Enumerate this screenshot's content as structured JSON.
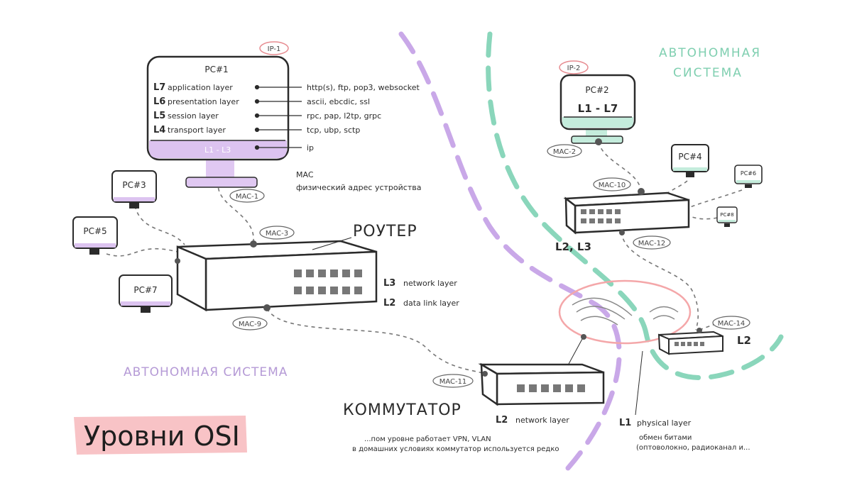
{
  "pc1": {
    "name": "PC#1",
    "ip": "IP-1",
    "layers": [
      {
        "code": "L7",
        "name": "application layer",
        "protocols": "http(s),  ftp,  pop3,  websocket"
      },
      {
        "code": "L6",
        "name": "presentation layer",
        "protocols": "ascii,  ebcdic,  ssl"
      },
      {
        "code": "L5",
        "name": "session layer",
        "protocols": "rpc,  pap,  l2tp,  grpc"
      },
      {
        "code": "L4",
        "name": "transport layer",
        "protocols": "tcp,  ubp,  sctp"
      }
    ],
    "l1l3": "L1 - L3",
    "ip_proto": "ip",
    "mac": "MAC-1"
  },
  "mac_note": {
    "title": "MAC",
    "desc": "физический адрес устройства"
  },
  "pc2": {
    "name": "PC#2",
    "ip": "IP-2",
    "range": "L1 - L7",
    "mac": "MAC-2"
  },
  "pcs": {
    "pc3": "PC#3",
    "pc4": "PC#4",
    "pc5": "PC#5",
    "pc6": "PC#6",
    "pc7": "PC#7",
    "pc8": "PC#8"
  },
  "router": {
    "title": "РОУТЕР",
    "mac_top": "MAC-3",
    "mac_bottom": "MAC-9",
    "layers": [
      {
        "code": "L3",
        "name": "network layer"
      },
      {
        "code": "L2",
        "name": "data link layer"
      }
    ]
  },
  "switch_main": {
    "title": "КОММУТАТОР",
    "mac": "MAC-11",
    "layer_code": "L2",
    "layer_name": "network layer",
    "note1": "...пом уровне работает VPN, VLAN",
    "note2": "в домашних условиях коммутатор используется редко"
  },
  "router2": {
    "mac_top": "MAC-10",
    "mac_bottom": "MAC-12",
    "layers": "L2, L3"
  },
  "switch_small": {
    "mac": "MAC-14",
    "layer": "L2"
  },
  "physical": {
    "code": "L1",
    "name": "physical layer",
    "note1": "обмен битами",
    "note2": "(оптоволокно, радиоканал и..."
  },
  "as_purple": "АВТОНОМНАЯ СИСТЕМА",
  "as_green": {
    "line1": "АВТОНОМНАЯ",
    "line2": "СИСТЕМА"
  },
  "title": "Уровни OSI",
  "colors": {
    "purple": "#c9a8e8",
    "green": "#8ad6bb",
    "pink": "#f4a7a9",
    "ink": "#2b2b2b"
  }
}
